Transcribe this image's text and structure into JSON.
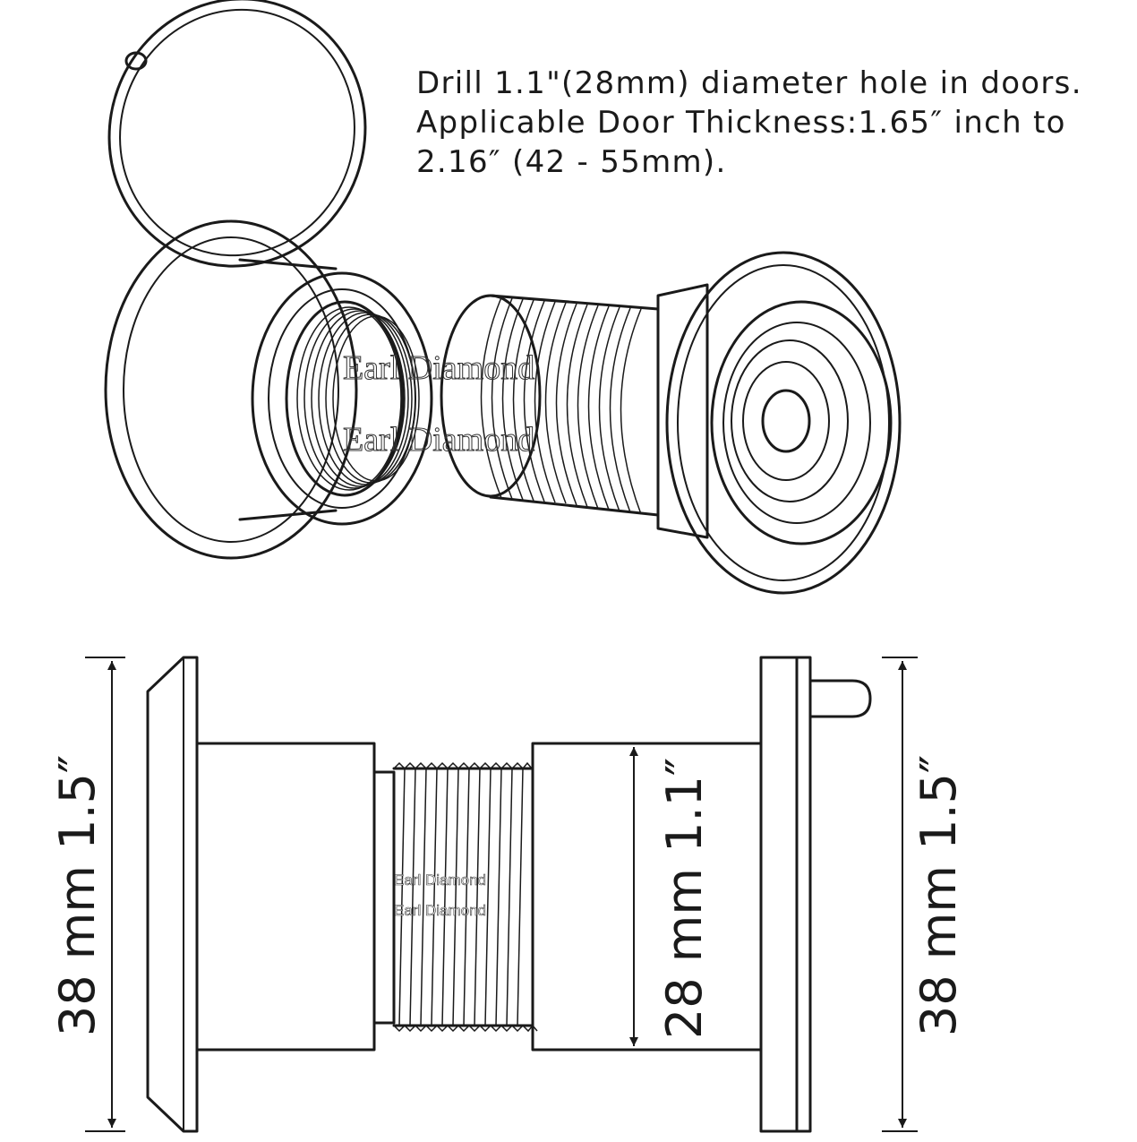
{
  "instructions": {
    "lines": [
      "Drill 1.1\"(28mm) diameter hole in doors.",
      "Applicable Door Thickness:1.65″ inch to",
      "2.16″ (42 - 55mm)."
    ]
  },
  "watermark": {
    "text": "Earl Diamond"
  },
  "dimensions": {
    "left": "38 mm 1.5″",
    "center": "28 mm 1.1″",
    "right": "38 mm 1.5″"
  }
}
